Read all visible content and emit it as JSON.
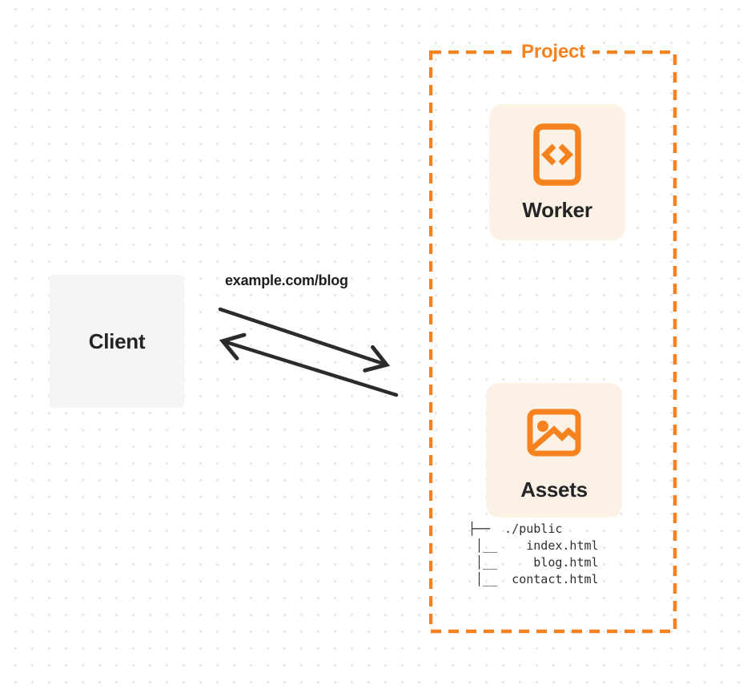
{
  "client": {
    "label": "Client"
  },
  "request": {
    "label": "example.com/blog"
  },
  "project": {
    "title": "Project",
    "worker": {
      "label": "Worker",
      "icon": "code-document-icon"
    },
    "assets": {
      "label": "Assets",
      "icon": "image-icon"
    },
    "file_tree": {
      "text": "├──  ./public\n │__    index.html\n │__     blog.html\n │__  contact.html",
      "entries": [
        "./public",
        "index.html",
        "blog.html",
        "contact.html"
      ]
    }
  },
  "colors": {
    "accent_orange": "#f6821f",
    "card_background": "#fcf1e5",
    "client_background": "#f5f5f6",
    "arrow": "#2b2b2b",
    "text_dark": "#242427",
    "dot_grid": "#e4e4e8"
  }
}
